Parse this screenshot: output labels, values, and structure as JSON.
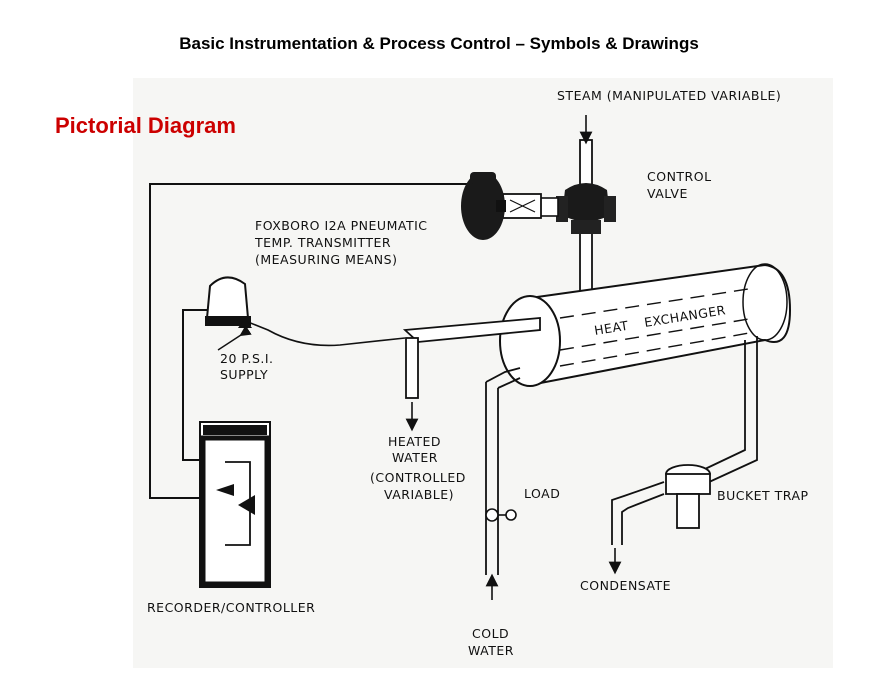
{
  "header": {
    "title": "Basic Instrumentation & Process Control – Symbols & Drawings",
    "section_title": "Pictorial Diagram"
  },
  "labels": {
    "steam_line1": "STEAM (MANIPULATED VARIABLE)",
    "control_valve_line1": "CONTROL",
    "control_valve_line2": "VALVE",
    "transmitter_line1": "FOXBORO I2A PNEUMATIC",
    "transmitter_line2": "TEMP. TRANSMITTER",
    "transmitter_line3": "(MEASURING MEANS)",
    "supply_line1": "20 P.S.I.",
    "supply_line2": "SUPPLY",
    "heat_exchanger_word1": "HEAT",
    "heat_exchanger_word2": "EXCHANGER",
    "heated_water_line1": "HEATED",
    "heated_water_line2": "WATER",
    "heated_water_line3": "(CONTROLLED",
    "heated_water_line4": "VARIABLE)",
    "load": "LOAD",
    "bucket_trap": "BUCKET TRAP",
    "condensate": "CONDENSATE",
    "recorder_controller": "RECORDER/CONTROLLER",
    "cold_water_line1": "COLD",
    "cold_water_line2": "WATER"
  }
}
